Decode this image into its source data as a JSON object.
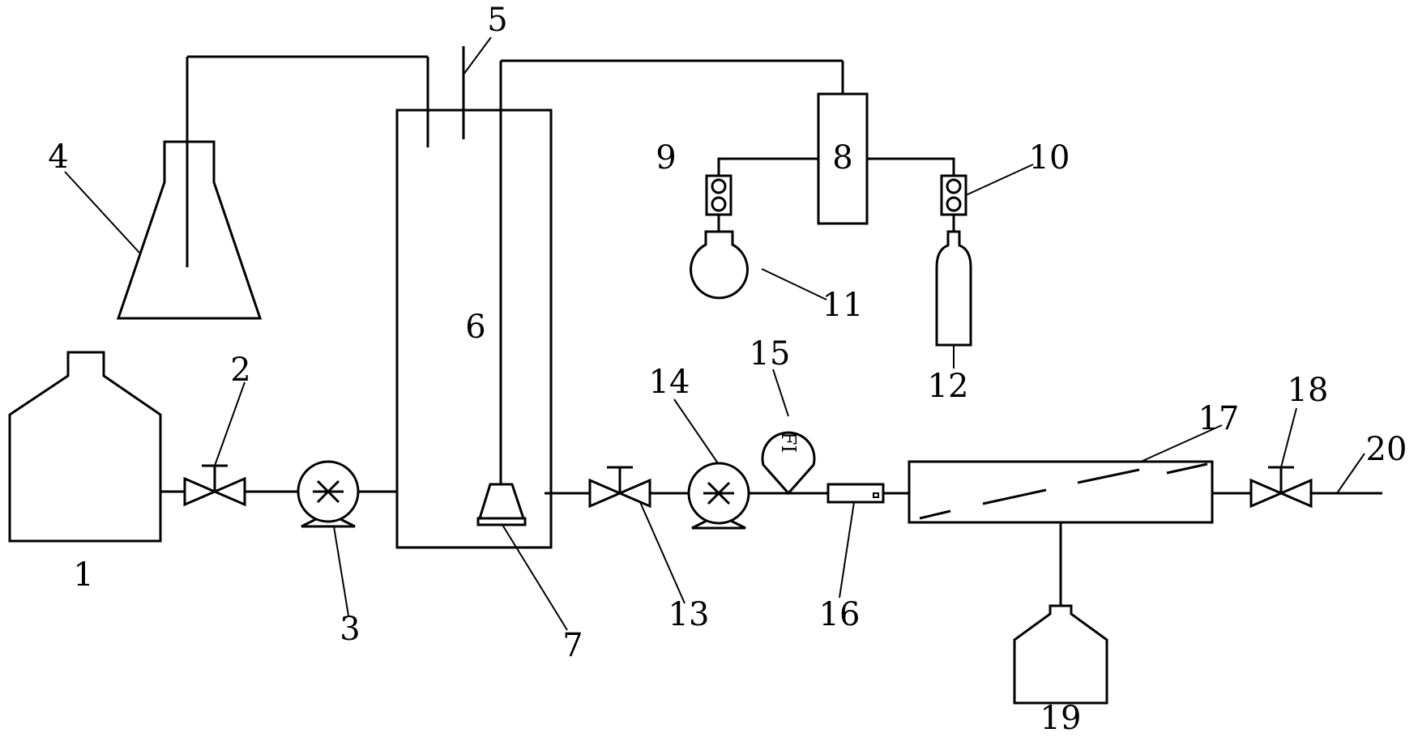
{
  "labels": {
    "l1": "1",
    "l2": "2",
    "l3": "3",
    "l4": "4",
    "l5": "5",
    "l6": "6",
    "l7": "7",
    "l8": "8",
    "l9": "9",
    "l10": "10",
    "l11": "11",
    "l12": "12",
    "l13": "13",
    "l14": "14",
    "l15": "15",
    "l16": "16",
    "l17": "17",
    "l18": "18",
    "l19": "19",
    "l20": "20"
  },
  "flowmeter_text": "FI"
}
